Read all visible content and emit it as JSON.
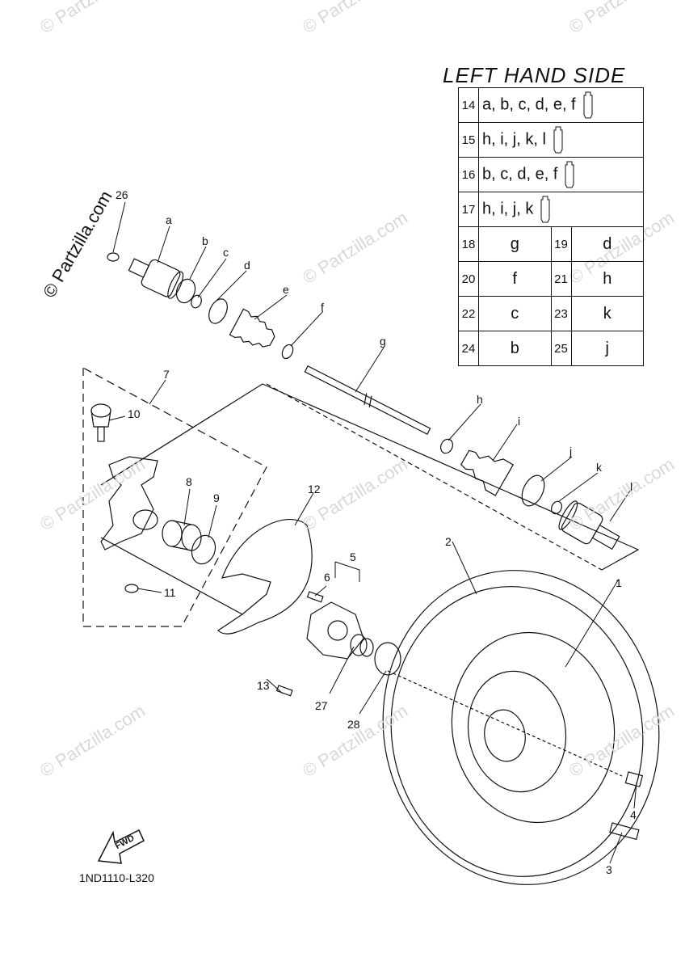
{
  "watermark": {
    "brand": "© Partzilla.com"
  },
  "title": "LEFT HAND SIDE",
  "table": {
    "single_rows": [
      {
        "num": "14",
        "codes": "a, b, c, d, e, f"
      },
      {
        "num": "15",
        "codes": "h, i, j, k, l"
      },
      {
        "num": "16",
        "codes": "b, c, d, e, f"
      },
      {
        "num": "17",
        "codes": "h, i, j, k"
      }
    ],
    "pair_rows": [
      {
        "n1": "18",
        "v1": "g",
        "n2": "19",
        "v2": "d"
      },
      {
        "n1": "20",
        "v1": "f",
        "n2": "21",
        "v2": "h"
      },
      {
        "n1": "22",
        "v1": "c",
        "n2": "23",
        "v2": "k"
      },
      {
        "n1": "24",
        "v1": "b",
        "n2": "25",
        "v2": "j"
      }
    ]
  },
  "labels": {
    "l26": "26",
    "la": "a",
    "lb": "b",
    "lc": "c",
    "ld": "d",
    "le": "e",
    "lf": "f",
    "lg": "g",
    "lh": "h",
    "li": "i",
    "lj": "j",
    "lk": "k",
    "ll": "l",
    "l7": "7",
    "l10": "10",
    "l8": "8",
    "l9": "9",
    "l11": "11",
    "l12": "12",
    "l5": "5",
    "l6": "6",
    "l13": "13",
    "l27": "27",
    "l28": "28",
    "l2": "2",
    "l1": "1",
    "l4": "4",
    "l3": "3"
  },
  "fwd": "FWD",
  "diagram_code": "1ND1110-L320"
}
